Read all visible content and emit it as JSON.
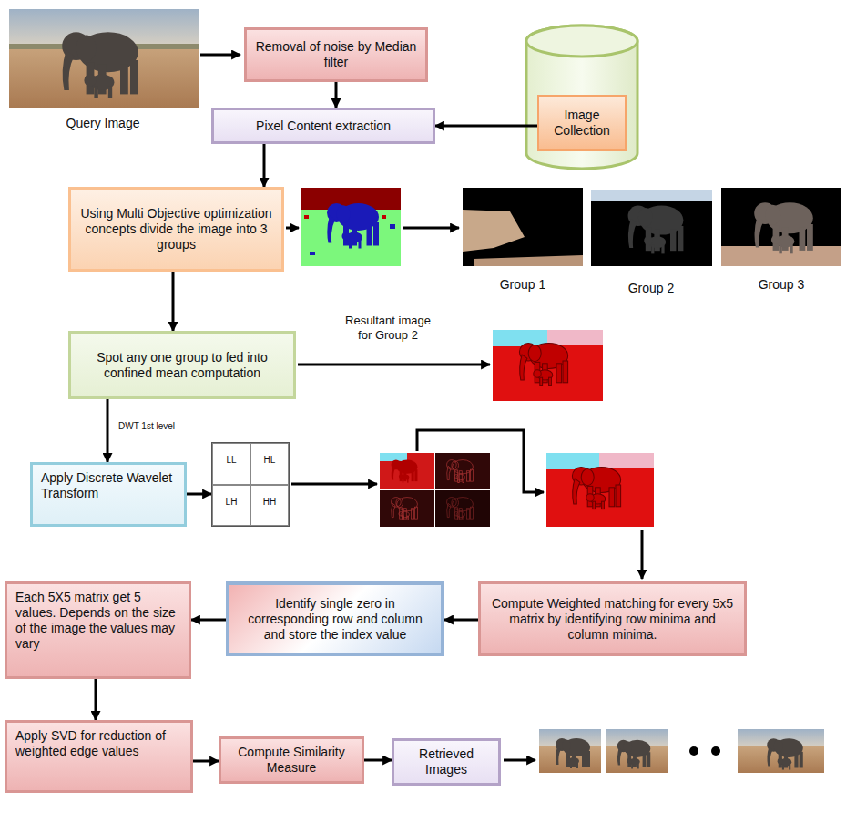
{
  "diagram": {
    "nodes": [
      {
        "text": [
          "Removal of noise by Median filter"
        ]
      },
      {
        "text": [
          "Image Collection"
        ]
      },
      {
        "text": [
          "Pixel Content extraction"
        ]
      },
      {
        "text": [
          "Using Multi Objective optimization concepts divide the image into 3 groups"
        ]
      },
      {
        "text": [
          "Spot any one group to fed into confined mean computation"
        ]
      },
      {
        "text": [
          "Apply Discrete Wavelet Transform"
        ]
      },
      {
        "text": [
          "LL",
          "HL",
          "LH",
          "HH"
        ]
      },
      {
        "text": [
          "Compute Weighted matching for every 5x5 matrix by identifying row minima and column minima."
        ]
      },
      {
        "text": [
          "Identify single zero in corresponding row and column and store the index value"
        ]
      },
      {
        "text": [
          "Each 5X5 matrix get 5 values. Depends on the size of the image the values may vary"
        ]
      },
      {
        "text": [
          "Apply SVD for reduction of weighted edge values"
        ]
      },
      {
        "text": [
          "Compute Similarity Measure"
        ]
      },
      {
        "text": [
          "Retrieved Images"
        ]
      }
    ],
    "edges": [
      {
        "from": 0,
        "to": 2,
        "arrow": "to"
      },
      {
        "from": 1,
        "to": 2,
        "arrow": "to"
      },
      {
        "from": 2,
        "to": 3,
        "arrow": "to"
      },
      {
        "from": 3,
        "to": 4,
        "arrow": "to"
      },
      {
        "from": 4,
        "to": 5,
        "label": "DWT 1st level",
        "arrow": "to"
      },
      {
        "from": 5,
        "to": 6,
        "arrow": "to"
      },
      {
        "from": 7,
        "to": 8,
        "arrow": "to"
      },
      {
        "from": 8,
        "to": 9,
        "arrow": "to"
      },
      {
        "from": 9,
        "to": 10,
        "arrow": "to"
      },
      {
        "from": 10,
        "to": 11,
        "arrow": "to"
      },
      {
        "from": 11,
        "to": 12,
        "arrow": "to"
      }
    ],
    "labels": [
      "Query Image",
      "Group 1",
      "Group 2",
      "Group 3",
      "Resultant image for Group 2"
    ]
  }
}
